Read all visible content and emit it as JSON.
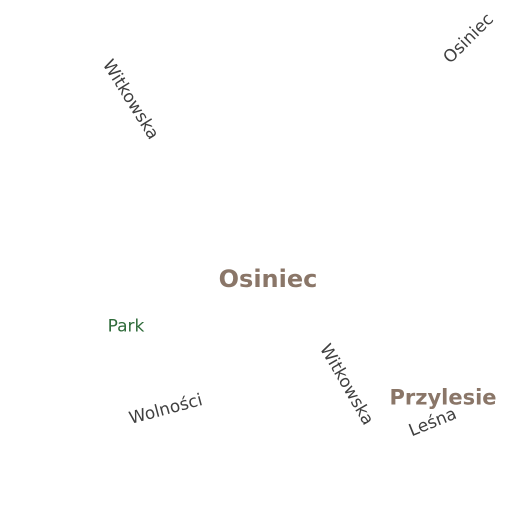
{
  "map": {
    "labels": [
      {
        "id": "street-witkowska-north",
        "text": "Witkowska",
        "kind": "street"
      },
      {
        "id": "street-osiniec-northeast",
        "text": "Osiniec",
        "kind": "street"
      },
      {
        "id": "place-osiniec",
        "text": "Osiniec",
        "kind": "place"
      },
      {
        "id": "park-label",
        "text": "Park",
        "kind": "park"
      },
      {
        "id": "street-witkowska-south",
        "text": "Witkowska",
        "kind": "street"
      },
      {
        "id": "street-wolnosci",
        "text": "Wolności",
        "kind": "street"
      },
      {
        "id": "place-przylesie",
        "text": "Przylesie",
        "kind": "place"
      },
      {
        "id": "street-lesna",
        "text": "Leśna",
        "kind": "street"
      }
    ]
  }
}
